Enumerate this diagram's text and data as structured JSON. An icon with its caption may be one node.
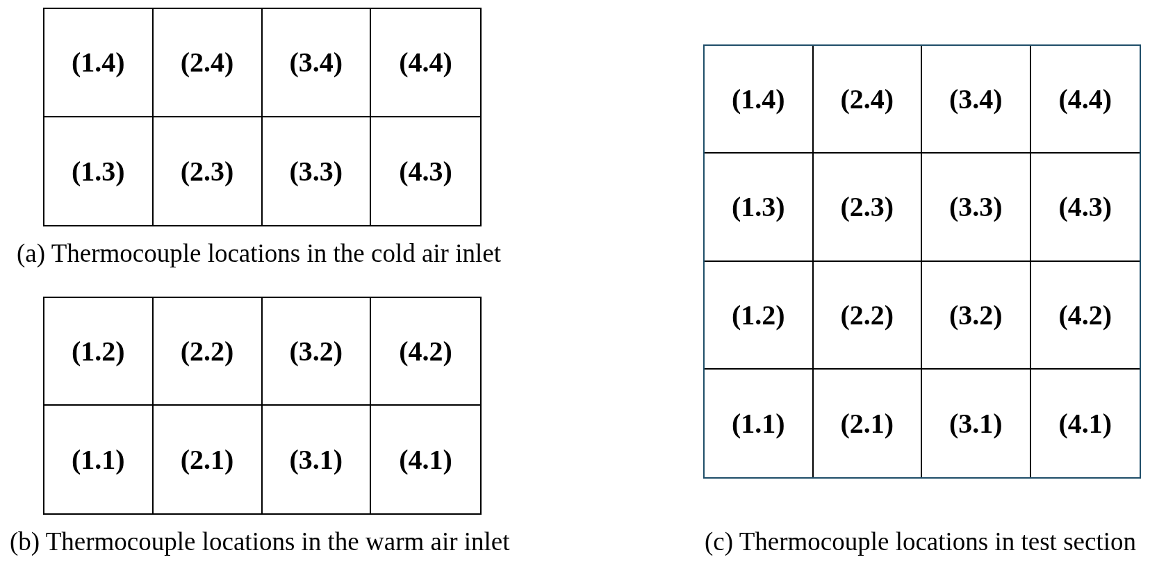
{
  "diagram": {
    "labels": [
      "(1.4)",
      "(2.4)",
      "(3.4)",
      "(4.4)",
      "(1.3)",
      "(2.3)",
      "(3.3)",
      "(4.3)",
      "(a) Thermocouple locations in the cold air inlet",
      "(1.2)",
      "(2.2)",
      "(3.2)",
      "(4.2)",
      "(1.1)",
      "(2.1)",
      "(3.1)",
      "(4.1)",
      "(b) Thermocouple locations in the warm air inlet",
      "(1.4)",
      "(2.4)",
      "(3.4)",
      "(4.4)",
      "(1.3)",
      "(2.3)",
      "(3.3)",
      "(4.3)",
      "(1.2)",
      "(2.2)",
      "(3.2)",
      "(4.2)",
      "(1.1)",
      "(2.1)",
      "(3.1)",
      "(4.1)",
      "(c) Thermocouple locations in test section"
    ]
  }
}
